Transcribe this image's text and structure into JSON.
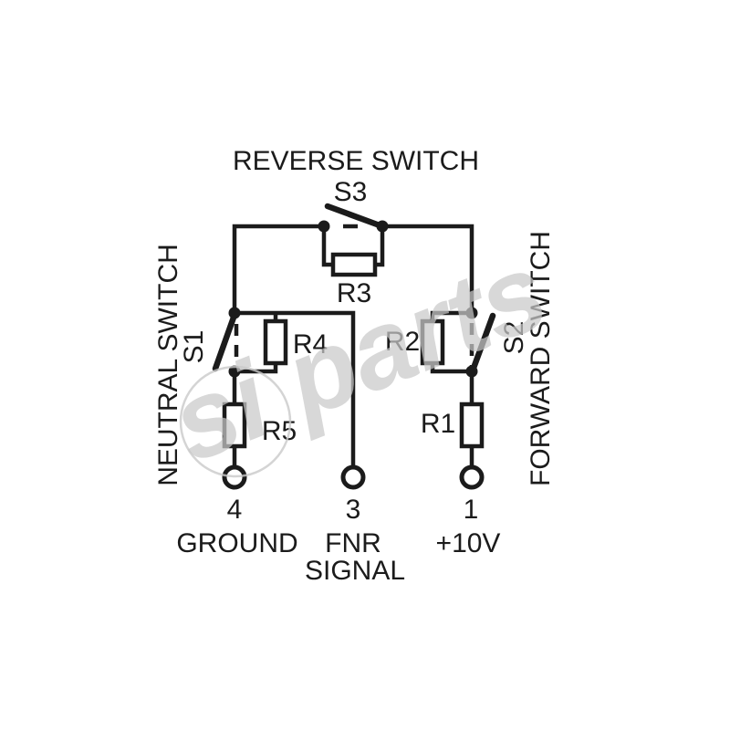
{
  "diagram": {
    "type": "circuit-schematic",
    "labels": {
      "reverse_switch": "REVERSE SWITCH",
      "neutral_switch": "NEUTRAL SWITCH",
      "forward_switch": "FORWARD SWITCH",
      "s1": "S1",
      "s2": "S2",
      "s3": "S3",
      "r1": "R1",
      "r2": "R2",
      "r3": "R3",
      "r4": "R4",
      "r5": "R5"
    },
    "terminals": [
      {
        "pin": "4",
        "name": "GROUND"
      },
      {
        "pin": "3",
        "name": "FNR",
        "name_line2": "SIGNAL"
      },
      {
        "pin": "1",
        "name": "+10V"
      }
    ],
    "watermark": {
      "text": "si parts"
    },
    "colors": {
      "line": "#1b1b1b",
      "watermark": "#c9c9c9",
      "background": "#ffffff"
    }
  }
}
